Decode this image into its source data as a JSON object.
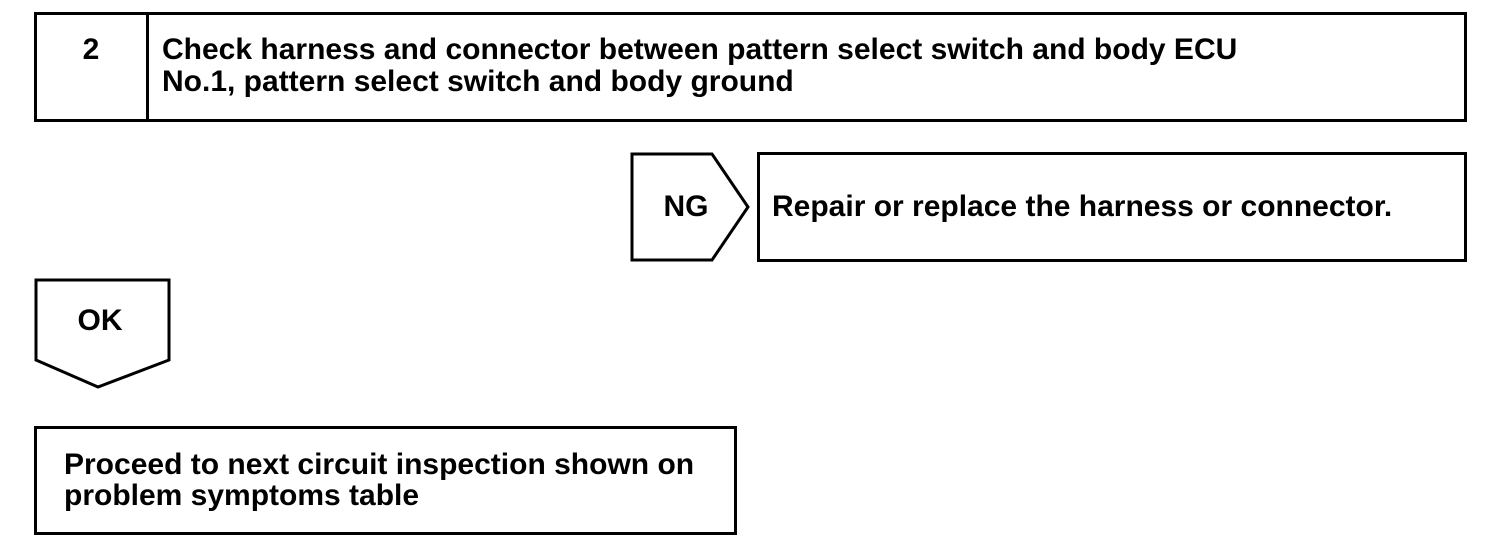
{
  "step": {
    "number": "2",
    "title_line1": "Check harness and connector between pattern select switch and body ECU",
    "title_line2": "No.1, pattern select switch and body ground"
  },
  "ng_branch": {
    "label": "NG",
    "action": "Repair or replace the harness or connector."
  },
  "ok_branch": {
    "label": "OK"
  },
  "next_step": {
    "line1": "Proceed to next circuit inspection shown on",
    "line2": "problem symptoms table"
  }
}
